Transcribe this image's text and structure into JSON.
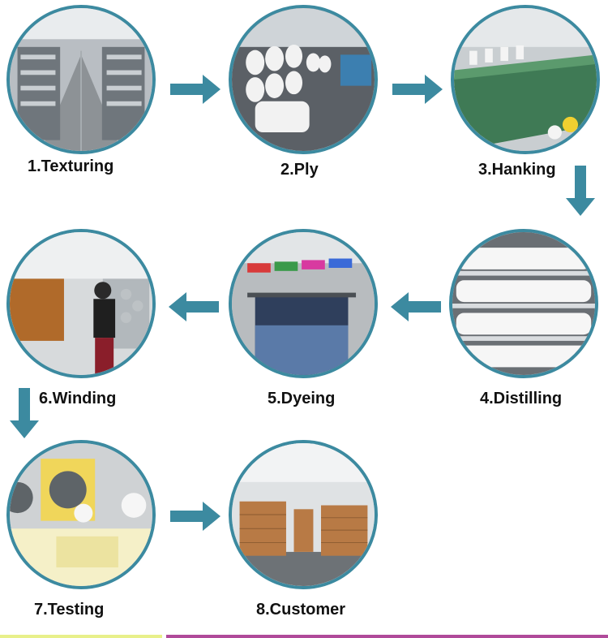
{
  "colors": {
    "ring": "#3c8aa0",
    "arrow": "#3c8aa0"
  },
  "steps": [
    {
      "label": "1.Texturing"
    },
    {
      "label": "2.Ply"
    },
    {
      "label": "3.Hanking"
    },
    {
      "label": "4.Distilling"
    },
    {
      "label": "5.Dyeing"
    },
    {
      "label": "6.Winding"
    },
    {
      "label": "7.Testing"
    },
    {
      "label": "8.Customer"
    }
  ]
}
